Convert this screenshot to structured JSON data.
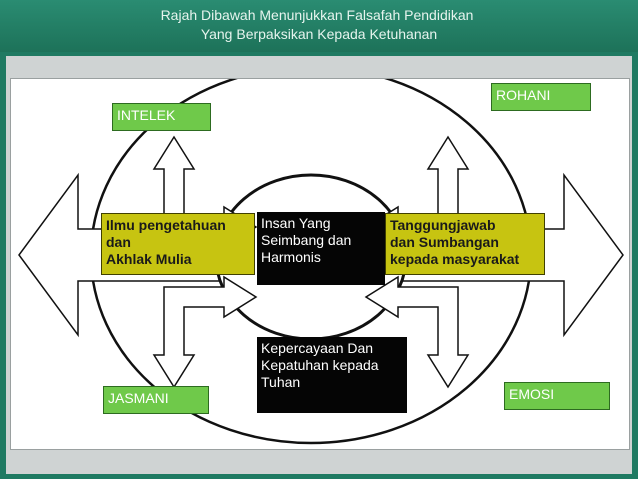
{
  "title": {
    "line1": "Rajah Dibawah Menunjukkan Falsafah Pendidikan",
    "line2": "Yang Berpaksikan Kepada Ketuhanan"
  },
  "labels": {
    "intelek": "INTELEK",
    "rohani": "ROHANI",
    "jasmani": "JASMANI",
    "emosi": "EMOSI"
  },
  "left_box": {
    "lines": [
      "Ilmu pengetahuan",
      "dan",
      "Akhlak Mulia"
    ]
  },
  "center_box": {
    "lines": [
      "Insan Yang",
      "Seimbang dan",
      "Harmonis"
    ]
  },
  "right_box": {
    "lines": [
      "Tanggungjawab",
      "dan Sumbangan",
      "kepada masyarakat"
    ]
  },
  "bottom_box": {
    "lines": [
      "Kepercayaan Dan",
      "Kepatuhan kepada",
      "Tuhan"
    ]
  },
  "colors": {
    "header": "#1d7259",
    "label_green": "#6fc94a",
    "box_yellow": "#c7c411",
    "box_black": "#050505"
  }
}
